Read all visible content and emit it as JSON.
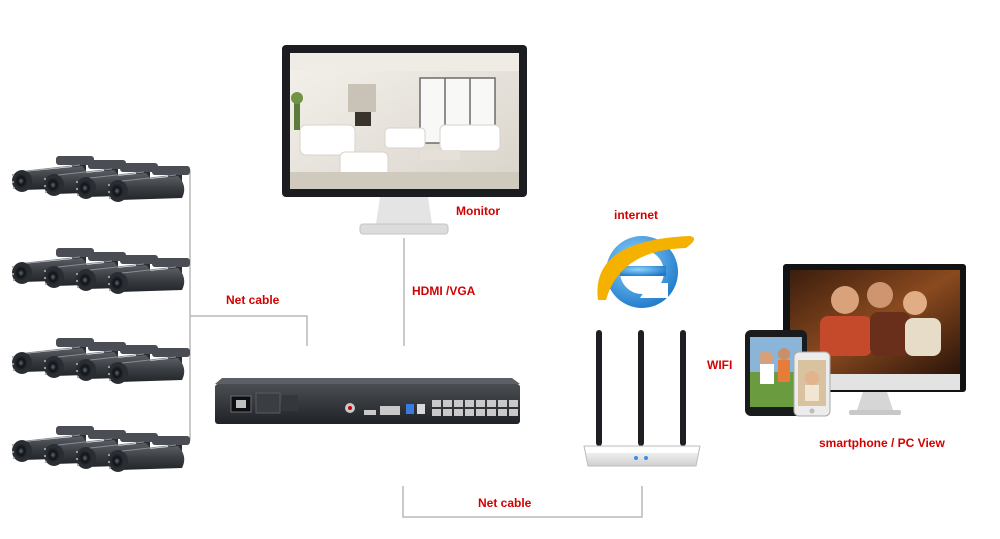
{
  "labels": {
    "monitor": "Monitor",
    "internet": "internet",
    "hdmi_vga": "HDMI /VGA",
    "net_cable_cameras": "Net cable",
    "net_cable_bottom": "Net cable",
    "wifi": "WIFI",
    "client_view": "smartphone / PC View"
  },
  "colors": {
    "label": "#d40000",
    "connector_line": "#b8b8b8",
    "device_dark": "#2b2e33",
    "camera_body": "#3a3d42",
    "router_body": "#f2f2f2",
    "ie_blue": "#2a8fd6"
  },
  "icons": {
    "camera": "cctv-camera-icon",
    "monitor": "monitor-icon",
    "nvr": "nvr-recorder-icon",
    "internet": "internet-explorer-icon",
    "router": "wifi-router-icon",
    "tablet": "tablet-icon",
    "smartphone": "smartphone-icon",
    "pc": "pc-monitor-icon"
  }
}
